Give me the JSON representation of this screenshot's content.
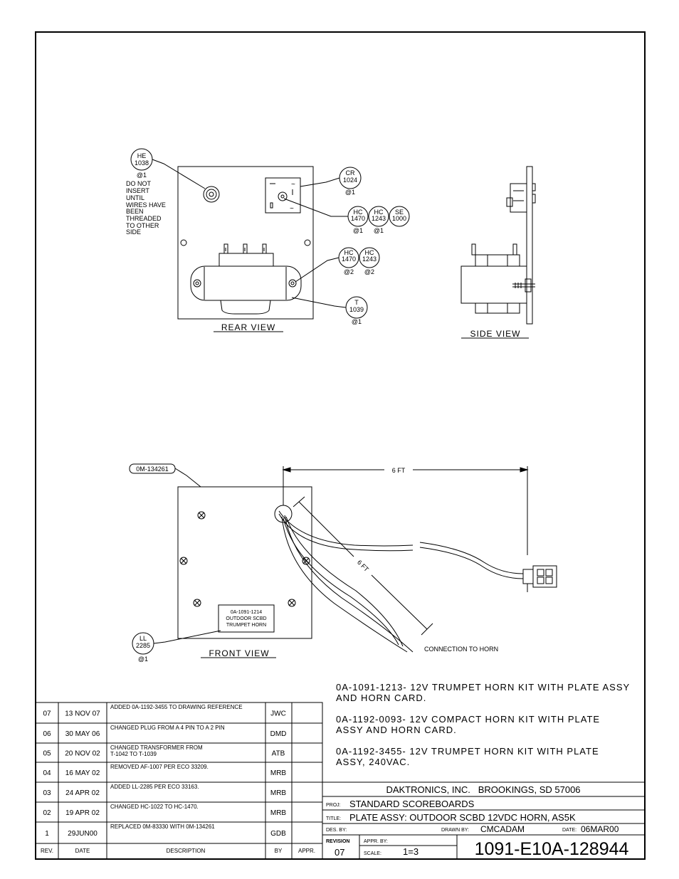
{
  "drawing": {
    "rear_view": {
      "label": "REAR VIEW",
      "callouts": {
        "he": [
          "HE",
          "1038"
        ],
        "he_qty": "@1",
        "cr": [
          "CR",
          "1024"
        ],
        "cr_qty": "@1",
        "hc1470a": [
          "HC",
          "1470"
        ],
        "hc1470a_qty": "@1",
        "hc1243a": [
          "HC",
          "1243"
        ],
        "hc1243a_qty": "@1",
        "se": [
          "SE",
          "1000"
        ],
        "hc1470b": [
          "HC",
          "1470"
        ],
        "hc1470b_qty": "@2",
        "hc1243b": [
          "HC",
          "1243"
        ],
        "hc1243b_qty": "@2",
        "t": [
          "T",
          "1039"
        ],
        "t_qty": "@1"
      },
      "warning": [
        "DO NOT",
        "INSERT",
        "UNTIL",
        "WIRES HAVE",
        "BEEN",
        "THREADED",
        "TO OTHER",
        "SIDE"
      ]
    },
    "side_view": {
      "label": "SIDE VIEW"
    },
    "front_view": {
      "label": "FRONT VIEW",
      "part_tag": "0M-134261",
      "plate_label": [
        "0A-1091-1214",
        "OUTDOOR SCBD",
        "TRUMPET HORN"
      ],
      "ll": [
        "LL",
        "2285"
      ],
      "ll_qty": "@1",
      "dim_horizontal": "6 FT",
      "dim_diagonal": "6 FT",
      "connection_note": "CONNECTION TO HORN"
    },
    "notes": [
      [
        "0A-1091-1213- 12V TRUMPET HORN KIT WITH PLATE ASSY",
        "AND HORN CARD."
      ],
      [
        "0A-1192-0093- 12V COMPACT HORN KIT WITH PLATE",
        "ASSY AND HORN CARD."
      ],
      [
        "0A-1192-3455- 12V TRUMPET HORN KIT WITH PLATE",
        "ASSY, 240VAC."
      ]
    ]
  },
  "revision_table": {
    "headers": {
      "rev": "REV.",
      "date": "DATE",
      "description": "DESCRIPTION",
      "by": "BY",
      "appr": "APPR."
    },
    "rows": [
      {
        "rev": "07",
        "date": "13 NOV 07",
        "desc": [
          "ADDED 0A-1192-3455 TO DRAWING REFERENCE"
        ],
        "by": "JWC"
      },
      {
        "rev": "06",
        "date": "30 MAY 06",
        "desc": [
          "CHANGED PLUG FROM A 4 PIN TO A 2 PIN"
        ],
        "by": "DMD"
      },
      {
        "rev": "05",
        "date": "20 NOV 02",
        "desc": [
          "CHANGED TRANSFORMER FROM",
          "T-1042 TO T-1039"
        ],
        "by": "ATB"
      },
      {
        "rev": "04",
        "date": "16 MAY 02",
        "desc": [
          "REMOVED AF-1007 PER ECO 33209."
        ],
        "by": "MRB"
      },
      {
        "rev": "03",
        "date": "24 APR 02",
        "desc": [
          "ADDED LL-2285 PER ECO 33163."
        ],
        "by": "MRB"
      },
      {
        "rev": "02",
        "date": "19 APR 02",
        "desc": [
          "CHANGED HC-1022 TO HC-1470."
        ],
        "by": "MRB"
      },
      {
        "rev": "1",
        "date": "29JUN00",
        "desc": [
          "REPLACED 0M-83330 WITH 0M-134261"
        ],
        "by": "GDB"
      }
    ]
  },
  "title_block": {
    "company": "DAKTRONICS, INC.   BROOKINGS, SD 57006",
    "proj_label": "PROJ:",
    "proj": "STANDARD SCOREBOARDS",
    "title_label": "TITLE:",
    "title": "PLATE ASSY: OUTDOOR SCBD 12VDC HORN, AS5K",
    "des_by_label": "DES. BY:",
    "drawn_by_label": "DRAWN BY:",
    "drawn_by": "CMCADAM",
    "date_label": "DATE:",
    "date": "06MAR00",
    "revision_label": "REVISION",
    "revision": "07",
    "appr_by_label": "APPR. BY:",
    "scale_label": "SCALE:",
    "scale": "1=3",
    "drawing_number": "1091-E10A-128944"
  }
}
